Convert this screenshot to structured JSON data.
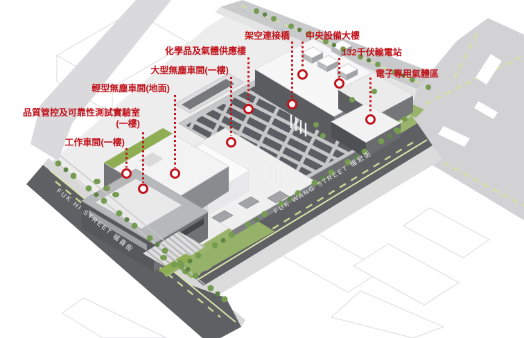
{
  "figure": {
    "kind": "isometric architectural site plan with red callout annotations",
    "annotation_color": "#c1121a",
    "road_dark": "#5f6064",
    "road_light": "#d2d2d4",
    "green": "#8fae53"
  },
  "annotations": [
    {
      "text": "架空連接橋"
    },
    {
      "text": "中央設備大樓"
    },
    {
      "text": "132千伏輸電站"
    },
    {
      "text": "化學品及氣體供應樓"
    },
    {
      "text": "電子專用氣體區"
    },
    {
      "text": "大型無塵車間(一樓)"
    },
    {
      "text": "輕型無塵車間(地面)"
    },
    {
      "text": "品質管控及可靠性測試實驗室",
      "text2": "(一樓)"
    },
    {
      "text": "工作車間(一樓)"
    }
  ],
  "streets": [
    {
      "label": "FUK HI STREET  福喜街"
    },
    {
      "label": "FUK WANG STREET  福宏街"
    }
  ]
}
